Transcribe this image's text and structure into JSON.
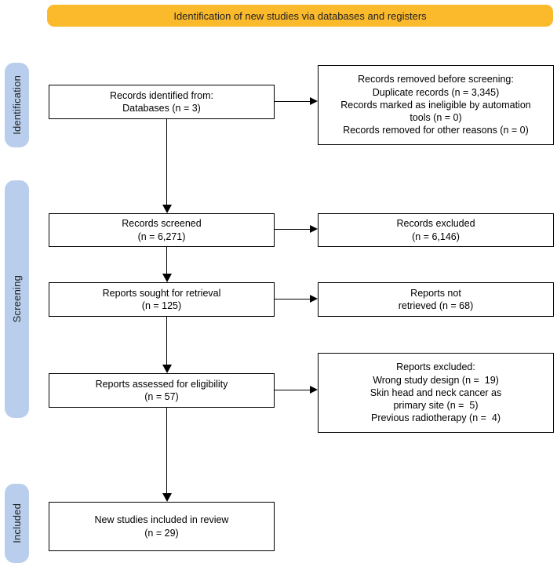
{
  "banner": {
    "label": "Identification of new studies via databases and registers"
  },
  "stages": [
    {
      "label": "Identification"
    },
    {
      "label": "Screening"
    },
    {
      "label": "Included"
    }
  ],
  "flow": {
    "left": [
      {
        "text": "Records identified from:\nDatabases (n = 3)"
      },
      {
        "text": "Records screened\n(n = 6,271)"
      },
      {
        "text": "Reports sought for retrieval\n(n = 125)"
      },
      {
        "text": "Reports assessed for eligibility\n(n = 57)"
      },
      {
        "text": "New studies included in review\n(n = 29)"
      }
    ],
    "right": [
      {
        "text": "Records removed before screening:\nDuplicate records (n = 3,345)\nRecords marked as ineligible by automation\ntools (n = 0)\nRecords removed for other reasons (n = 0)"
      },
      {
        "text": "Records excluded\n(n = 6,146)"
      },
      {
        "text": "Reports not\nretrieved (n = 68)"
      },
      {
        "text": "Reports excluded:\nWrong study design (n =  19)\nSkin head and neck cancer as\nprimary site (n =  5)\nPrevious radiotherapy (n =  4)"
      }
    ]
  },
  "colors": {
    "banner_bg": "#FBB92C",
    "stage_bg": "#B9CEEC",
    "line": "#000000"
  }
}
